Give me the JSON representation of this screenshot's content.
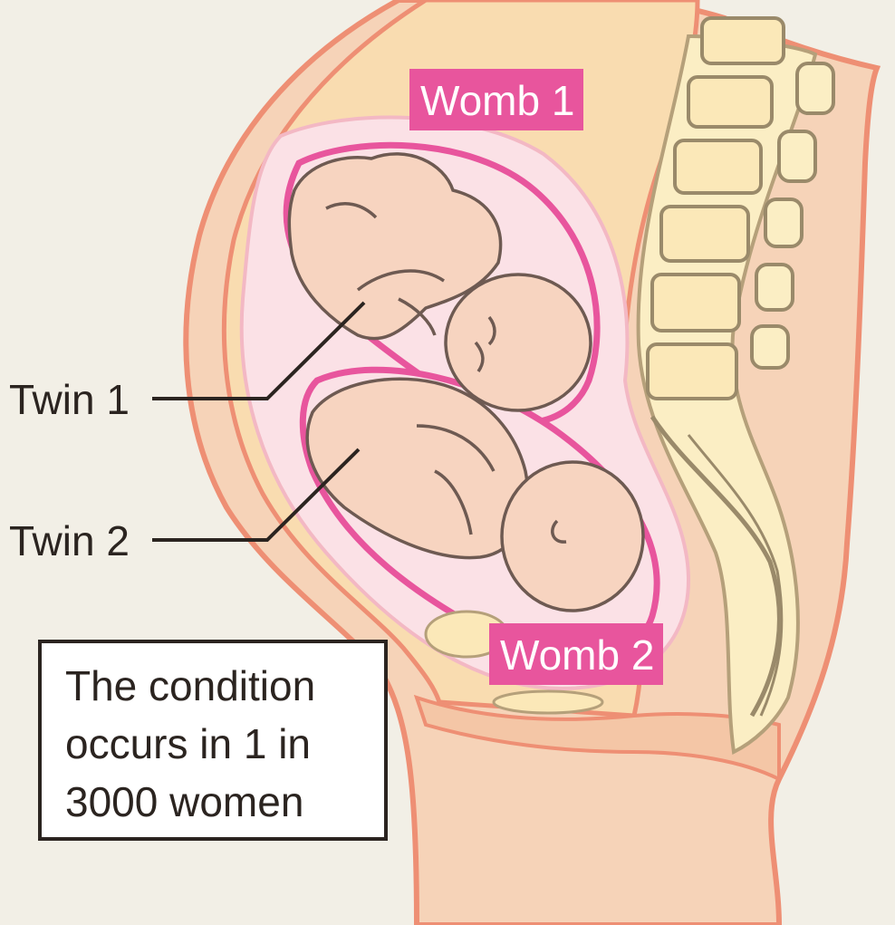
{
  "labels": {
    "twin1": "Twin 1",
    "twin2": "Twin 2",
    "womb1": "Womb 1",
    "womb2": "Womb 2"
  },
  "note": {
    "line1": "The condition",
    "line2": "occurs in 1 in",
    "line3": "3000 women"
  },
  "colors": {
    "background": "#f2efe6",
    "skin": "#f6d3b8",
    "outer_skin_line": "#ee8f74",
    "abdomen_fill": "#f9dcb0",
    "womb_wall": "#e8559d",
    "amniotic": "#fbe1e6",
    "fetus": "#f7d4c0",
    "spine": "#fbeec4",
    "tag_bg": "#e8559d",
    "text": "#2b2420"
  }
}
